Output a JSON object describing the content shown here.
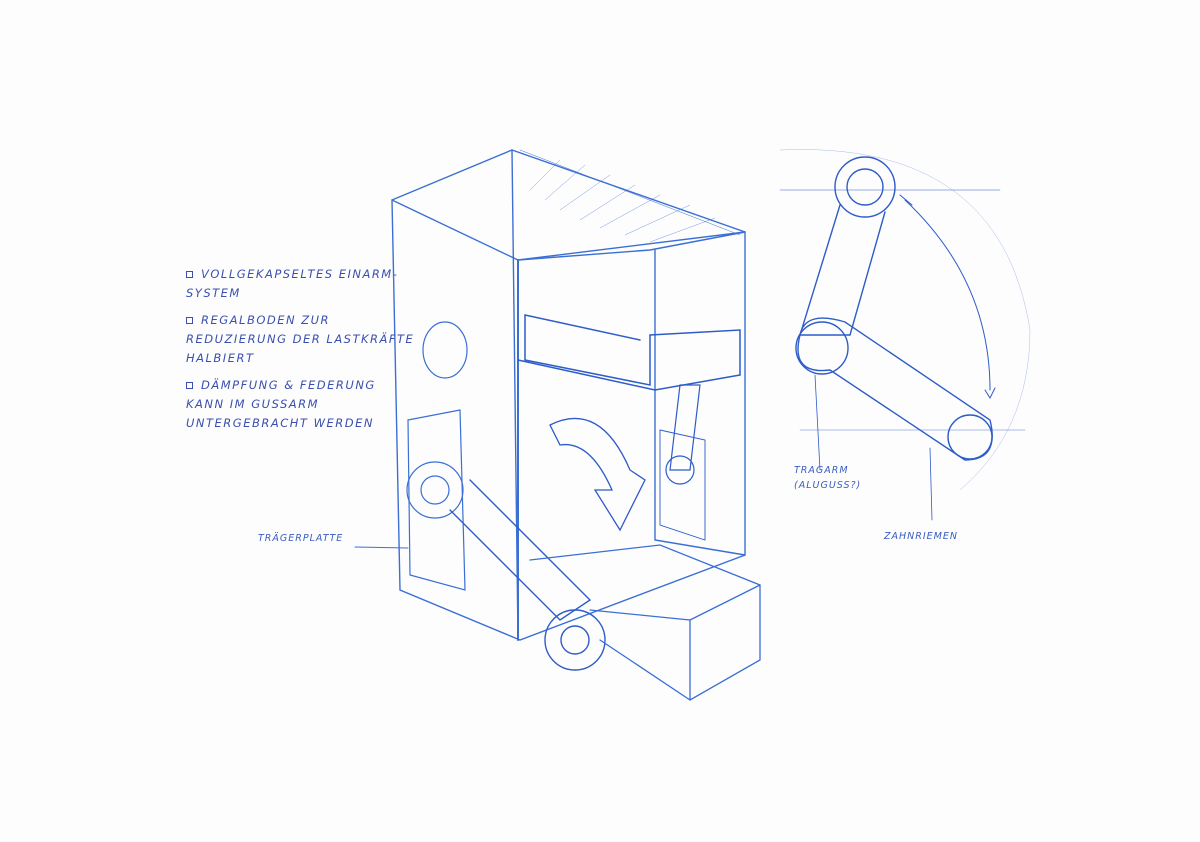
{
  "notes": [
    "Vollgekapseltes Einarm-System",
    "Regalboden zur Reduzierung der Lastkräfte halbiert",
    "Dämpfung & Federung kann im Gussarm untergebracht werden"
  ],
  "labels": {
    "traegerplatte": "Trägerplatte",
    "tragarm": "Tragarm",
    "tragarm_note": "(Aluguss?)",
    "zahnriemen": "Zahnriemen"
  },
  "colors": {
    "line": "#3b6fd4",
    "dark": "#2145b0",
    "text": "#3a4fae"
  }
}
